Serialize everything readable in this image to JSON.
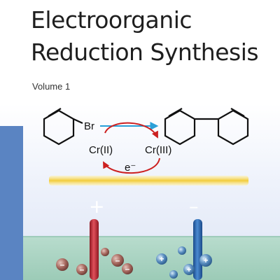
{
  "cover": {
    "title_line1": "Electroorganic",
    "title_line2": "Reduction Synthesis",
    "volume": "Volume 1"
  },
  "illustration": {
    "reactant_substituent": "Br",
    "catalyst_reduced": "Cr(II)",
    "catalyst_oxidized": "Cr(III)",
    "electron": "e⁻",
    "anode_sign": "+",
    "cathode_sign": "–",
    "ion_plus_symbol": "+",
    "ion_minus_symbol": "–"
  },
  "colors": {
    "side_bar": "#5a84c2",
    "arrow_blue": "#2aa0d8",
    "cycle_red": "#cc2020",
    "electrode_bar": "#f2cc3a",
    "anode": "#c8303a",
    "cathode": "#2c68b4",
    "solution": "#a9d4c2"
  },
  "icons": {
    "reactant": "bromocyclohexene-structure",
    "product": "bicyclohexenyl-structure",
    "anion": "minus-ion-sphere",
    "cation": "plus-ion-sphere"
  }
}
